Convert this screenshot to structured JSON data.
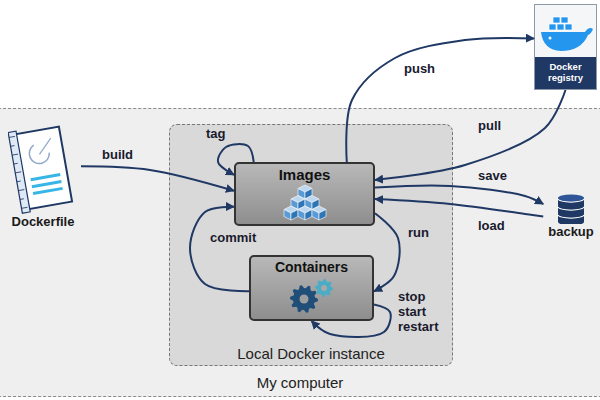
{
  "diagram": {
    "nodes": [
      {
        "text": [
          "Docker registry"
        ]
      },
      {
        "text": [
          "My computer"
        ]
      },
      {
        "text": [
          "Dockerfile"
        ],
        "in": 1
      },
      {
        "text": [
          "Local Docker instance"
        ],
        "in": 1
      },
      {
        "text": [
          "Images"
        ],
        "in": 3
      },
      {
        "text": [
          "Containers"
        ],
        "in": 3
      },
      {
        "text": [
          "backup"
        ],
        "in": 1
      }
    ],
    "edges": [
      {
        "from": 2,
        "to": 4,
        "label": "build",
        "arrow": "to"
      },
      {
        "from": 4,
        "to": 4,
        "label": "tag",
        "arrow": "to"
      },
      {
        "from": 4,
        "to": 0,
        "label": "push",
        "arrow": "to"
      },
      {
        "from": 0,
        "to": 4,
        "label": "pull",
        "arrow": "to"
      },
      {
        "from": 4,
        "to": 6,
        "label": "save",
        "arrow": "to"
      },
      {
        "from": 6,
        "to": 4,
        "label": "load",
        "arrow": "to"
      },
      {
        "from": 4,
        "to": 5,
        "label": "run",
        "arrow": "to"
      },
      {
        "from": 5,
        "to": 4,
        "label": "commit",
        "arrow": "to"
      },
      {
        "from": 5,
        "to": 5,
        "label": "stop start restart",
        "arrow": "to"
      }
    ]
  }
}
